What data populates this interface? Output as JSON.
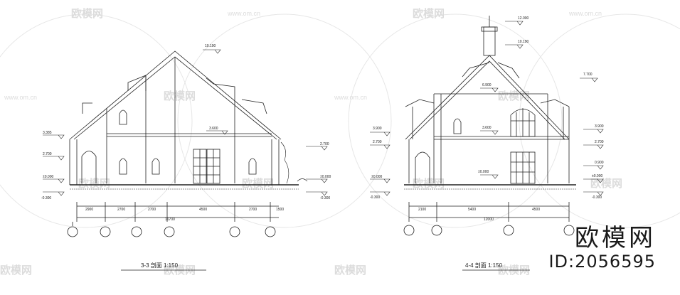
{
  "watermark": {
    "brand_small": "欧模网",
    "url": "www.om.cn"
  },
  "drawing_left": {
    "title": "3-3 剖面 1:150",
    "elevations_left": [
      "3.385",
      "2.700",
      "±0.000",
      "-0.300"
    ],
    "elevations_right": [
      "2.700",
      "±0.000",
      "-0.300"
    ],
    "ridge_elevation": "10.190",
    "floor_elevation": "3.600",
    "dimensions": [
      "2900",
      "2700",
      "2700",
      "4500",
      "2700",
      "1500"
    ],
    "total_dimension": "16700"
  },
  "drawing_right": {
    "title": "4-4 剖面 1:150",
    "elevations_left": [
      "3.900",
      "2.700",
      "±0.000",
      "-0.300"
    ],
    "elevations_right": [
      "3.900",
      "2.700",
      "0.900",
      "±0.000",
      "-0.300"
    ],
    "chimney_elevation": "12.000",
    "ridge_elevation": "10.190",
    "upper_elevation": "6.900",
    "floor_elevation": "3.600",
    "ground_floor_elevation": "±0.000",
    "right_roof_elevation": "7.700",
    "dimensions": [
      "2100",
      "5400",
      "4500"
    ],
    "total_dimension": "12000"
  },
  "brand": {
    "name": "欧模网",
    "id": "ID:2056595"
  }
}
